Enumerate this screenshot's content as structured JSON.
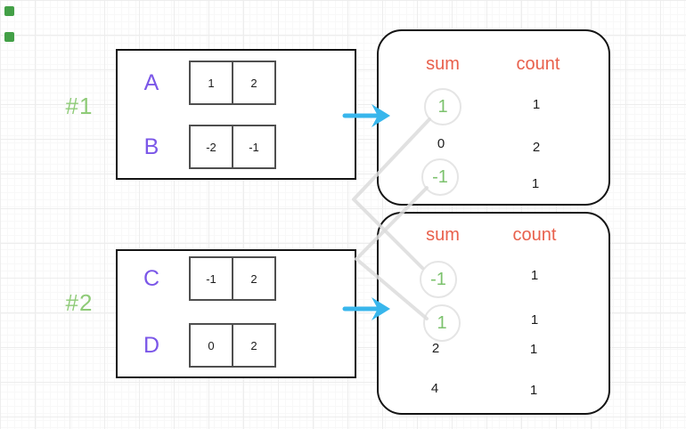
{
  "markers": {
    "count": 2
  },
  "group1": {
    "tag": "#1",
    "array_a": {
      "label": "A",
      "cells": [
        "1",
        "2"
      ]
    },
    "array_b": {
      "label": "B",
      "cells": [
        "-2",
        "-1"
      ]
    },
    "table": {
      "sum_header": "sum",
      "count_header": "count",
      "rows": [
        {
          "sum": "1",
          "count": "1",
          "highlighted": true
        },
        {
          "sum": "0",
          "count": "2",
          "highlighted": false
        },
        {
          "sum": "-1",
          "count": "1",
          "highlighted": true
        }
      ]
    }
  },
  "group2": {
    "tag": "#2",
    "array_c": {
      "label": "C",
      "cells": [
        "-1",
        "2"
      ]
    },
    "array_d": {
      "label": "D",
      "cells": [
        "0",
        "2"
      ]
    },
    "table": {
      "sum_header": "sum",
      "count_header": "count",
      "rows": [
        {
          "sum": "-1",
          "count": "1",
          "highlighted": true
        },
        {
          "sum": "1",
          "count": "1",
          "highlighted": true
        },
        {
          "sum": "2",
          "count": "1",
          "highlighted": false
        },
        {
          "sum": "4",
          "count": "1",
          "highlighted": false
        }
      ]
    }
  },
  "colors": {
    "arrow_blue": "#38b6ec",
    "header_coral": "#e8604c",
    "highlight_green": "#7cc26d",
    "label_purple": "#7b57e8",
    "tag_green": "#8fcb78",
    "connector_gray": "#dcdcdc",
    "marker_green": "#43a047"
  }
}
